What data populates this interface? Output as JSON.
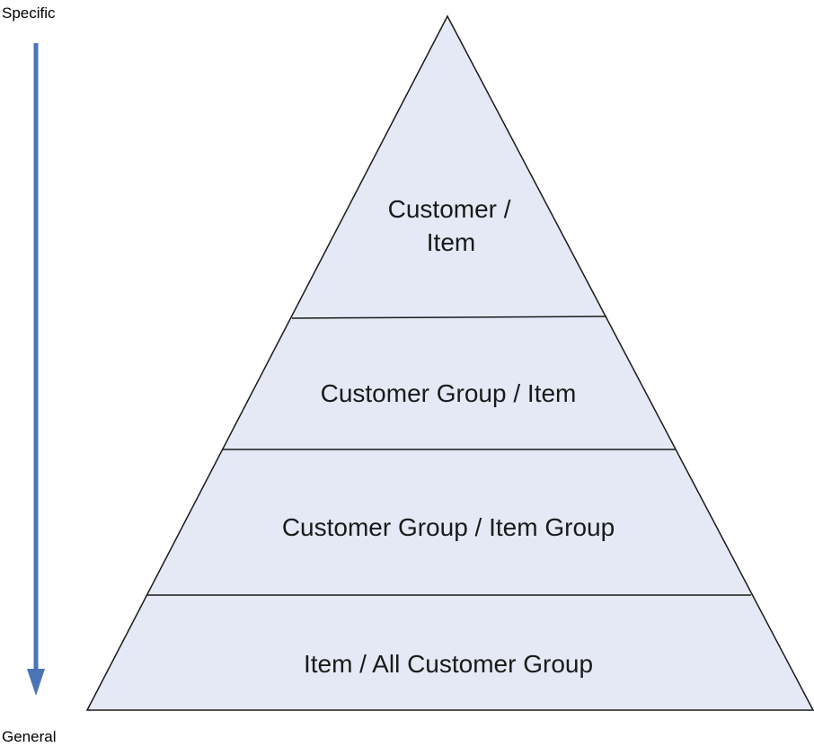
{
  "axis": {
    "top_label": "Specific",
    "bottom_label": "General",
    "arrow_color": "#4a74b8"
  },
  "pyramid": {
    "fill_color": "#e4e9f5",
    "stroke_color": "#1a1a1a",
    "tiers": [
      {
        "lines": [
          "Customer /",
          "Item"
        ]
      },
      {
        "lines": [
          "Customer Group / Item"
        ]
      },
      {
        "lines": [
          "Customer Group / Item Group"
        ]
      },
      {
        "lines": [
          "Item / All Customer Group"
        ]
      }
    ]
  }
}
